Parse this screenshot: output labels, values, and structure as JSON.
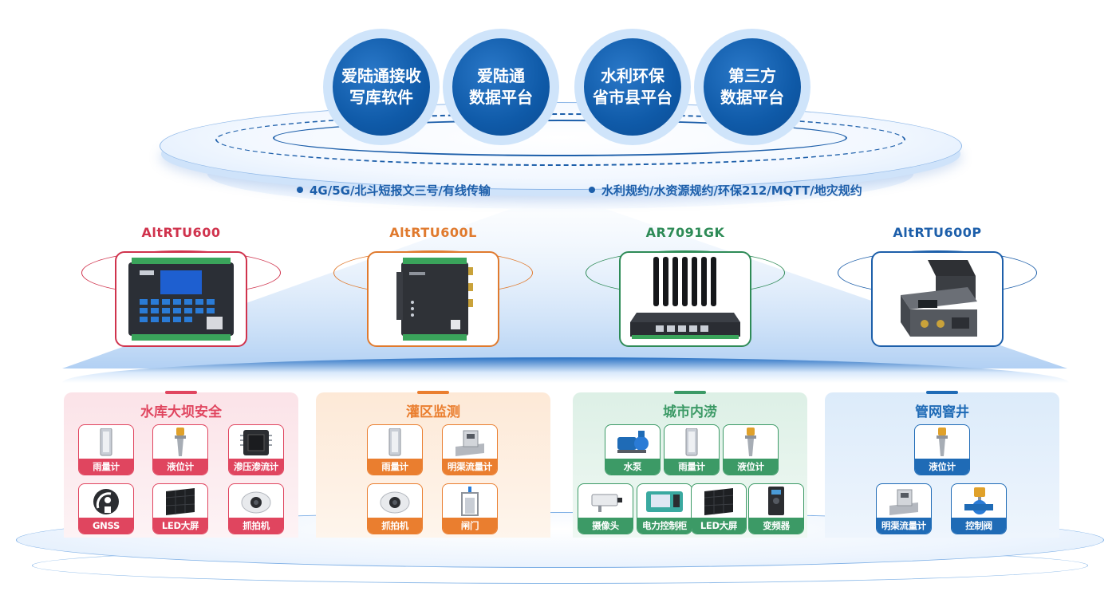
{
  "platforms": [
    {
      "line1": "爱陆通接收",
      "line2": "写库软件"
    },
    {
      "line1": "爱陆通",
      "line2": "数据平台"
    },
    {
      "line1": "水利环保",
      "line2": "省市县平台"
    },
    {
      "line1": "第三方",
      "line2": "数据平台"
    }
  ],
  "transport": {
    "left": "4G/5G/北斗短报文三号/有线传输",
    "right": "水利规约/水资源规约/环保212/MQTT/地灾规约"
  },
  "devices": [
    {
      "name": "AltRTU600",
      "color": "#d0334d",
      "icon": "rtu-panel-device"
    },
    {
      "name": "AltRTU600L",
      "color": "#e07a2e",
      "icon": "rtu-box-device"
    },
    {
      "name": "AR7091GK",
      "color": "#2e8b57",
      "icon": "antenna-router-device"
    },
    {
      "name": "AltRTU600P",
      "color": "#1d5faa",
      "icon": "compact-rtu-device"
    }
  ],
  "categories": [
    {
      "title": "水库大坝安全",
      "color": "#e0455f",
      "bg": "#fbe3e8",
      "items": [
        {
          "label": "雨量计",
          "icon": "rain-gauge-icon"
        },
        {
          "label": "液位计",
          "icon": "level-meter-icon"
        },
        {
          "label": "渗压渗流计",
          "icon": "seepage-sensor-icon"
        },
        {
          "label": "GNSS",
          "icon": "gnss-antenna-icon"
        },
        {
          "label": "LED大屏",
          "icon": "led-screen-icon"
        },
        {
          "label": "抓拍机",
          "icon": "capture-camera-icon"
        }
      ]
    },
    {
      "title": "灌区监测",
      "color": "#ea7e2f",
      "bg": "#fde9d7",
      "items": [
        {
          "label": "雨量计",
          "icon": "rain-gauge-icon"
        },
        {
          "label": "明渠流量计",
          "icon": "channel-flowmeter-icon"
        },
        {
          "label": "抓拍机",
          "icon": "capture-camera-icon"
        },
        {
          "label": "闸门",
          "icon": "gate-icon"
        }
      ]
    },
    {
      "title": "城市内涝",
      "color": "#3c9a66",
      "bg": "#ddf0e6",
      "items": [
        {
          "label": "水泵",
          "icon": "water-pump-icon"
        },
        {
          "label": "雨量计",
          "icon": "rain-gauge-icon"
        },
        {
          "label": "液位计",
          "icon": "level-meter-icon"
        },
        {
          "label": "摄像头",
          "icon": "camera-icon"
        },
        {
          "label": "电力控制柜",
          "icon": "control-cabinet-icon"
        },
        {
          "label": "LED大屏",
          "icon": "led-screen-icon"
        },
        {
          "label": "变频器",
          "icon": "inverter-icon"
        }
      ]
    },
    {
      "title": "管网窨井",
      "color": "#1f6bb6",
      "bg": "#dcebfa",
      "items": [
        {
          "label": "液位计",
          "icon": "level-meter-icon"
        },
        {
          "label": "明渠流量计",
          "icon": "channel-flowmeter-icon"
        },
        {
          "label": "控制阀",
          "icon": "control-valve-icon"
        }
      ]
    }
  ]
}
